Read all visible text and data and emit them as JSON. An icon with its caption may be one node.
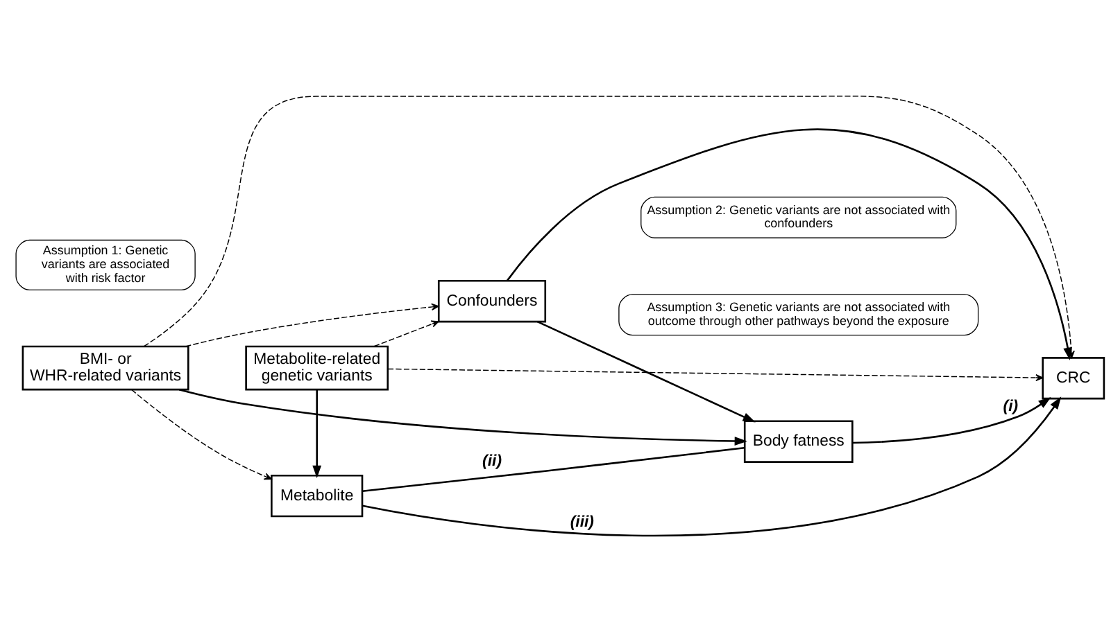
{
  "diagram": {
    "nodes": [
      {
        "text": [
          "Assumption 1: Genetic variants are associated with risk factor"
        ]
      },
      {
        "text": [
          "Metabolite-related genetic variants"
        ]
      },
      {
        "text": [
          "Metabolite"
        ]
      },
      {
        "text": [
          "BMI- or WHR-related variants"
        ]
      },
      {
        "text": [
          "Body fatness"
        ]
      },
      {
        "text": [
          "CRC"
        ]
      },
      {
        "text": [
          "Confounders"
        ]
      },
      {
        "text": [
          "Assumption 2: Genetic variants are not associated with confounders"
        ]
      },
      {
        "text": [
          "Assumption 3: Genetic variants are not associated with outcome through other pathways beyond the exposure"
        ]
      }
    ],
    "edges": [
      {
        "from": 1,
        "to": 2,
        "arrow": "to"
      },
      {
        "from": 3,
        "to": 4,
        "arrow": "to"
      },
      {
        "from": 4,
        "to": 2,
        "arrow": "none",
        "label": "(ii)"
      },
      {
        "from": 2,
        "to": 5,
        "arrow": "to",
        "label": "(iii)"
      },
      {
        "from": 4,
        "to": 5,
        "arrow": "to",
        "label": "(i)"
      },
      {
        "from": 6,
        "to": 4,
        "arrow": "to"
      },
      {
        "from": 6,
        "to": 5,
        "arrow": "to"
      },
      {
        "from": 3,
        "to": 2,
        "arrow": "to",
        "style": "dashed"
      },
      {
        "from": 1,
        "to": 5,
        "arrow": "to",
        "style": "dashed"
      },
      {
        "from": 1,
        "to": 6,
        "arrow": "to",
        "style": "dashed"
      },
      {
        "from": 3,
        "to": 6,
        "arrow": "to",
        "style": "dashed"
      },
      {
        "from": 3,
        "to": 5,
        "arrow": "to",
        "style": "dashed"
      }
    ]
  }
}
